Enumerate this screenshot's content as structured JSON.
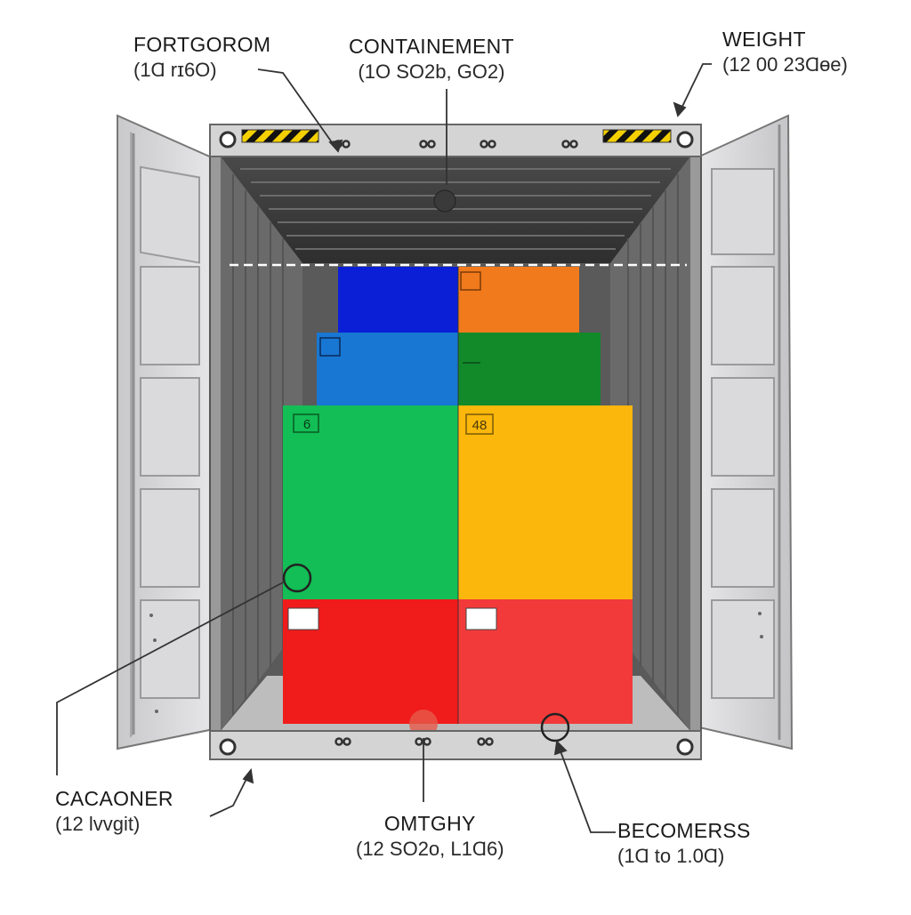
{
  "callouts": {
    "top_left": {
      "title": "FORTGOROM",
      "sub": "(1Ɑ rɪ6O)"
    },
    "top_center": {
      "title": "CONTAINEMENT",
      "sub": "(1O SO2b, GO2)"
    },
    "top_right": {
      "title": "WEIGHT",
      "sub": "(12 00 23Ɑɵe)"
    },
    "bottom_left": {
      "title": "CACAONER",
      "sub": "(12 lvvgit)"
    },
    "bottom_center": {
      "title": "OMTGHY",
      "sub": "(12 SO2o, L1Ɑ6)"
    },
    "bottom_right": {
      "title": "BECOMERSS",
      "sub": "(1Ɑ to 1.0Ɑ)"
    }
  },
  "box_labels": {
    "green_tag": "6",
    "yellow_tag": "48"
  },
  "colors": {
    "box_blue_dark": "#0a1fd6",
    "box_orange": "#f07a1c",
    "box_blue": "#1877d2",
    "box_green_dark": "#138a2a",
    "box_green": "#12be55",
    "box_yellow": "#fbb70c",
    "box_red": "#f01b1b",
    "box_red_right": "#f23a3a",
    "container_steel": "#8a8a8a",
    "door_panel": "#d6d6d8"
  }
}
